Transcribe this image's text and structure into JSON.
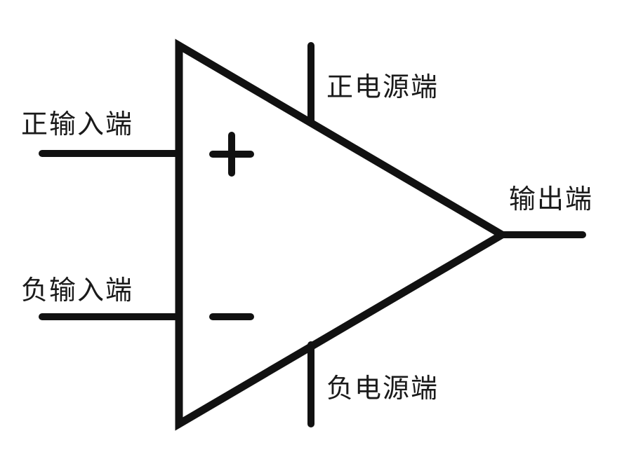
{
  "diagram": {
    "labels": {
      "positive_input": "正输入端",
      "negative_input": "负输入端",
      "positive_supply": "正电源端",
      "negative_supply": "负电源端",
      "output": "输出端"
    },
    "symbols": {
      "plus": "+",
      "minus": "−"
    },
    "colors": {
      "stroke": "#111111",
      "background": "#ffffff"
    }
  }
}
